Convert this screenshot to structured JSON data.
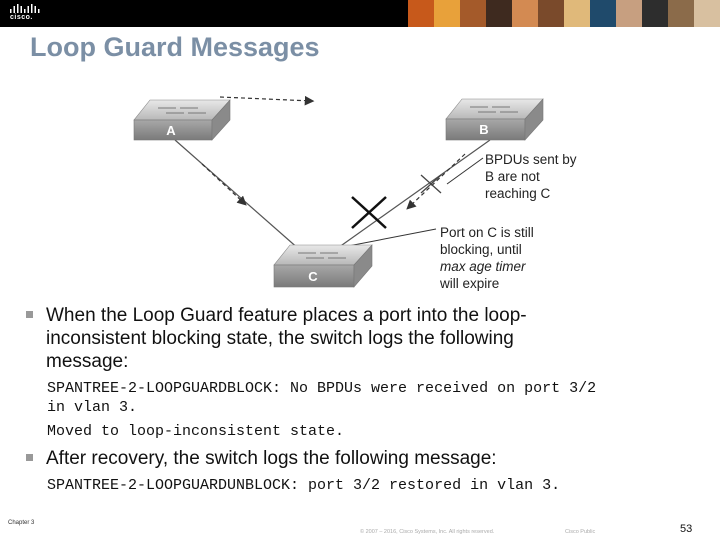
{
  "header": {
    "logo_text": "cisco.",
    "photo_colors": [
      "#c7591b",
      "#e8a13a",
      "#a45a2a",
      "#3e2a1f",
      "#d38a52",
      "#7a4a2b",
      "#e0b97a",
      "#1f4a6b",
      "#c79f80",
      "#2d2d2d",
      "#8b6b4a",
      "#d8c0a0"
    ]
  },
  "title": "Loop Guard Messages",
  "diagram": {
    "switch_a_label": "A",
    "switch_b_label": "B",
    "switch_c_label": "C",
    "callout_bpdu": [
      "BPDUs sent by",
      "B are not",
      "reaching C"
    ],
    "callout_port": [
      "Port on C is still",
      "blocking, until",
      "max age timer",
      "will expire"
    ]
  },
  "bullets": [
    {
      "lines": [
        "When the Loop Guard feature places a port into the loop-",
        "inconsistent blocking state, the switch logs the following",
        "message:"
      ]
    },
    {
      "lines": [
        "After recovery, the switch logs the following message:"
      ]
    }
  ],
  "messages": {
    "block_line1": "SPANTREE-2-LOOPGUARDBLOCK: No BPDUs were received on port 3/2",
    "block_line2": "in vlan 3.",
    "block_line3": "Moved to loop-inconsistent state.",
    "unblock": "SPANTREE-2-LOOPGUARDUNBLOCK: port 3/2 restored in vlan 3."
  },
  "footer": {
    "chapter": "Chapter 3",
    "copyright": "© 2007 – 2016, Cisco Systems, Inc. All rights reserved.",
    "classification": "Cisco Public",
    "page": "53"
  }
}
